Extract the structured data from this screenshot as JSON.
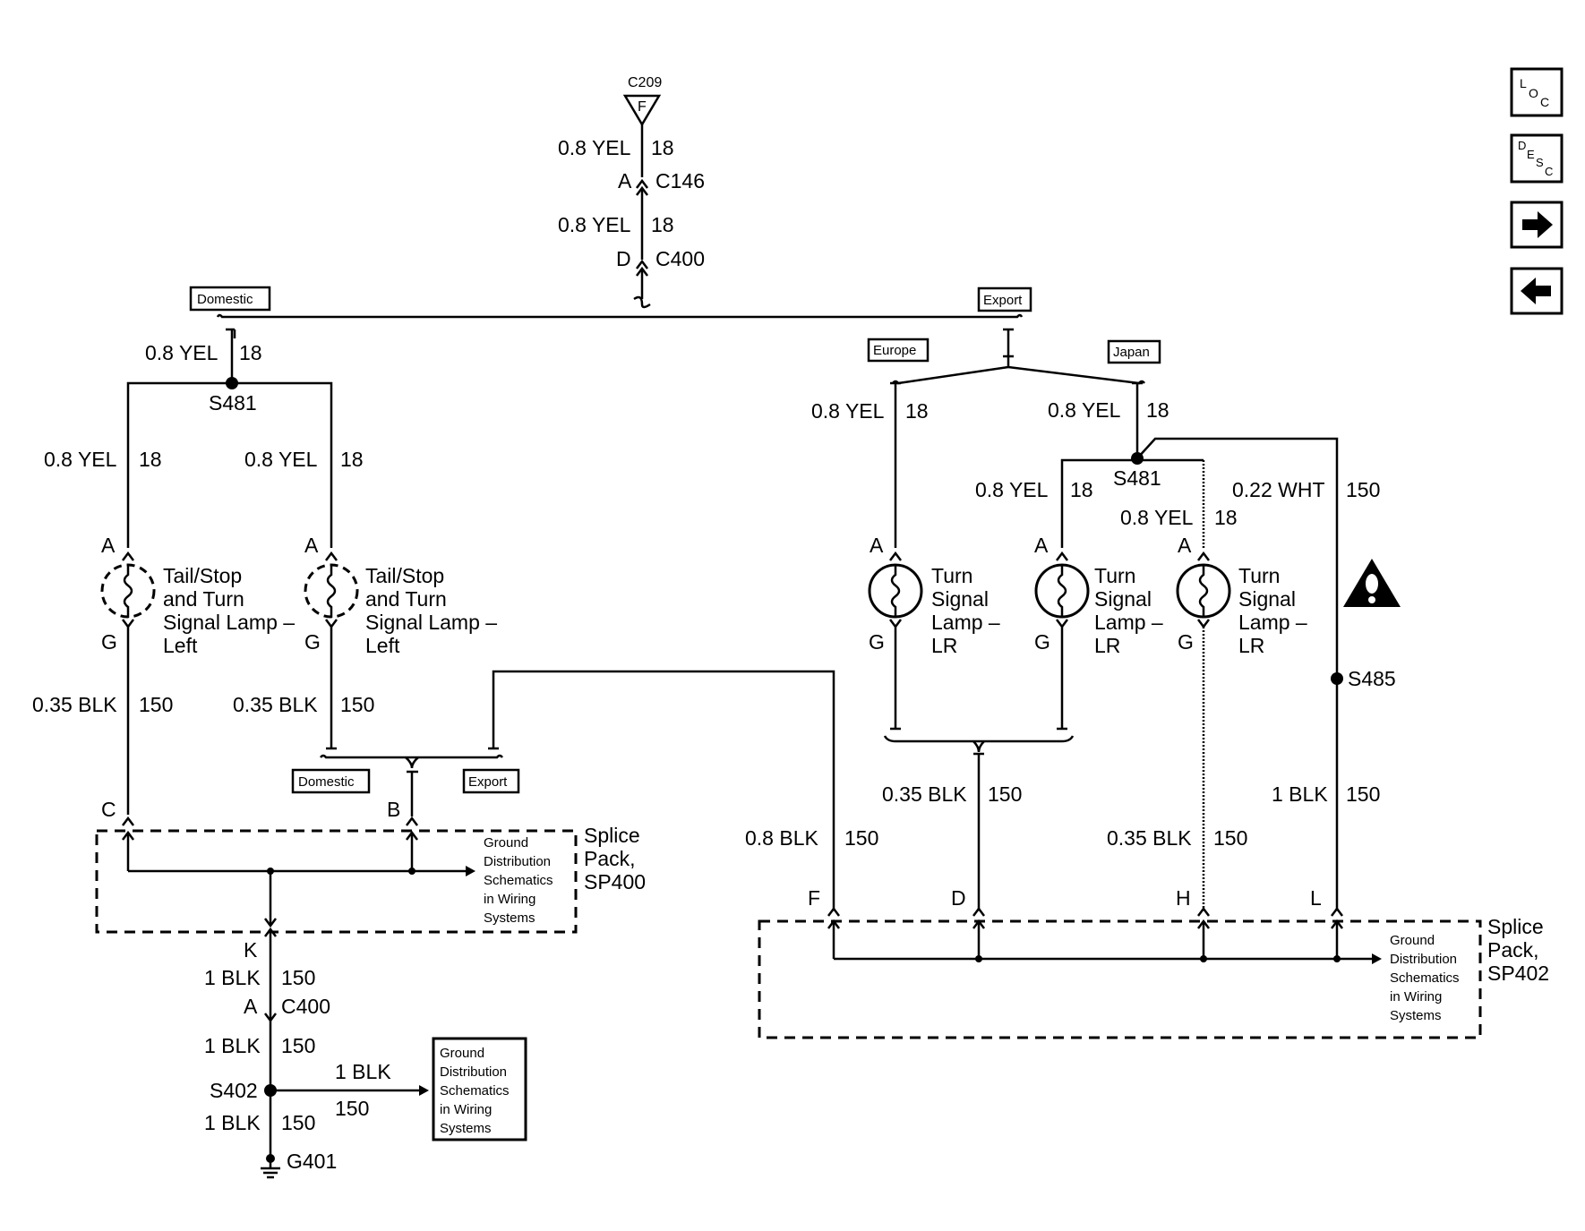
{
  "top": {
    "c209": "C209",
    "c209_pin": "F",
    "w1": "0.8 YEL",
    "w1g": "18",
    "c146_pin": "A",
    "c146": "C146",
    "w2": "0.8 YEL",
    "w2g": "18",
    "c400_pin": "D",
    "c400": "C400"
  },
  "labels": {
    "domestic": "Domestic",
    "export": "Export",
    "europe": "Europe",
    "japan": "Japan"
  },
  "left": {
    "w_top": "0.8 YEL",
    "w_top_g": "18",
    "splice": "S481",
    "lampL": {
      "w": "0.8 YEL",
      "g": "18",
      "pinA": "A",
      "pinG": "G",
      "name": [
        "Tail/Stop",
        "and Turn",
        "Signal Lamp –",
        "Left"
      ],
      "w2": "0.35 BLK",
      "g2": "150",
      "pin_sp": "C"
    },
    "lampR": {
      "w": "0.8 YEL",
      "g": "18",
      "pinA": "A",
      "pinG": "G",
      "name": [
        "Tail/Stop",
        "and Turn",
        "Signal Lamp –",
        "Left"
      ],
      "w2": "0.35 BLK",
      "g2": "150"
    },
    "domestic": "Domestic",
    "export": "Export",
    "pin_b": "B",
    "ground_ref": [
      "Ground",
      "Distribution",
      "Schematics",
      "in Wiring",
      "Systems"
    ],
    "sp_name": [
      "Splice",
      "Pack,",
      "SP400"
    ],
    "pin_k": "K",
    "w_k": "1 BLK",
    "w_k_g": "150",
    "c400_pin": "A",
    "c400": "C400",
    "w_s402": "1 BLK",
    "w_s402_g": "150",
    "s402": "S402",
    "w_branch": "1 BLK",
    "w_branch_g": "150",
    "ground_box": [
      "Ground",
      "Distribution",
      "Schematics",
      "in Wiring",
      "Systems"
    ],
    "w_g": "1 BLK",
    "w_g_g": "150",
    "g401": "G401"
  },
  "right": {
    "eu": {
      "w": "0.8 YEL",
      "g": "18",
      "pinA": "A",
      "pinG": "G",
      "name": [
        "Turn",
        "Signal",
        "Lamp –",
        "LR"
      ]
    },
    "jp": {
      "w": "0.8 YEL",
      "g": "18",
      "splice": "S481"
    },
    "lamp2": {
      "w": "0.8 YEL",
      "g": "18",
      "pinA": "A",
      "pinG": "G",
      "name": [
        "Turn",
        "Signal",
        "Lamp –",
        "LR"
      ]
    },
    "lamp3": {
      "w": "0.8 YEL",
      "g": "18",
      "pinA": "A",
      "pinG": "G",
      "name": [
        "Turn",
        "Signal",
        "Lamp –",
        "LR"
      ]
    },
    "wht": {
      "w": "0.22 WHT",
      "g": "150"
    },
    "s485": "S485",
    "w_d": "0.35 BLK",
    "w_d_g": "150",
    "w_f": "0.8 BLK",
    "w_f_g": "150",
    "w_h": "0.35 BLK",
    "w_h_g": "150",
    "w_l": "1 BLK",
    "w_l_g": "150",
    "pins": {
      "f": "F",
      "d": "D",
      "h": "H",
      "l": "L"
    },
    "ground_ref": [
      "Ground",
      "Distribution",
      "Schematics",
      "in Wiring",
      "Systems"
    ],
    "sp_name": [
      "Splice",
      "Pack,",
      "SP402"
    ]
  },
  "nav": {
    "loc_icon": "loc-icon",
    "desc_icon": "desc-icon",
    "next_icon": "arrow-right-icon",
    "prev_icon": "arrow-left-icon"
  }
}
